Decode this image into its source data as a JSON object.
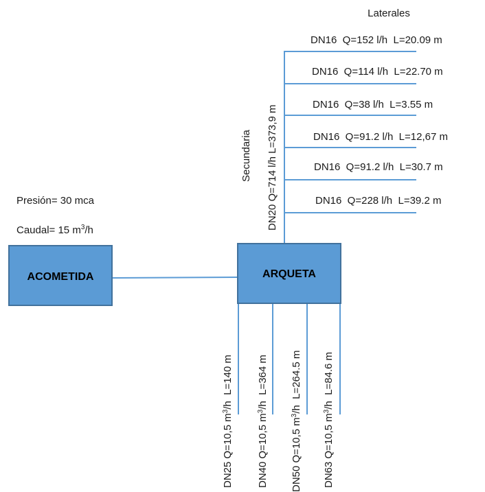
{
  "laterales_title": "Laterales",
  "supply": {
    "pressure": "Presión= 30 mca",
    "flow_prefix": "Caudal= 15 m",
    "flow_sup": "3",
    "flow_suffix": "/h"
  },
  "boxes": {
    "acometida": "ACOMETIDA",
    "arqueta": "ARQUETA"
  },
  "secondary": {
    "name": "Secundaria",
    "spec": "DN20 Q=714 l/h L=373,9 m"
  },
  "laterals": [
    "DN16  Q=152 l/h  L=20.09 m",
    "DN16  Q=114 l/h  L=22.70 m",
    "DN16  Q=38 l/h  L=3.55 m",
    "DN16  Q=91.2 l/h  L=12,67 m",
    "DN16  Q=91.2 l/h  L=30.7 m",
    "DN16  Q=228 l/h  L=39.2 m"
  ],
  "mains": [
    {
      "prefix": "DN25 Q=10,5 m",
      "sup": "3",
      "suffix": "/h  L=140 m"
    },
    {
      "prefix": "DN40 Q=10,5 m",
      "sup": "3",
      "suffix": "/h  L=364 m"
    },
    {
      "prefix": "DN50 Q=10,5 m",
      "sup": "3",
      "suffix": "/h  L=264.5 m"
    },
    {
      "prefix": "DN63 Q=10,5 m",
      "sup": "3",
      "suffix": "/h  L=84.6 m"
    }
  ],
  "colors": {
    "box_fill": "#5b9bd5",
    "box_border": "#41719c",
    "pipe": "#5b9bd5",
    "text": "#1a1a1a"
  }
}
